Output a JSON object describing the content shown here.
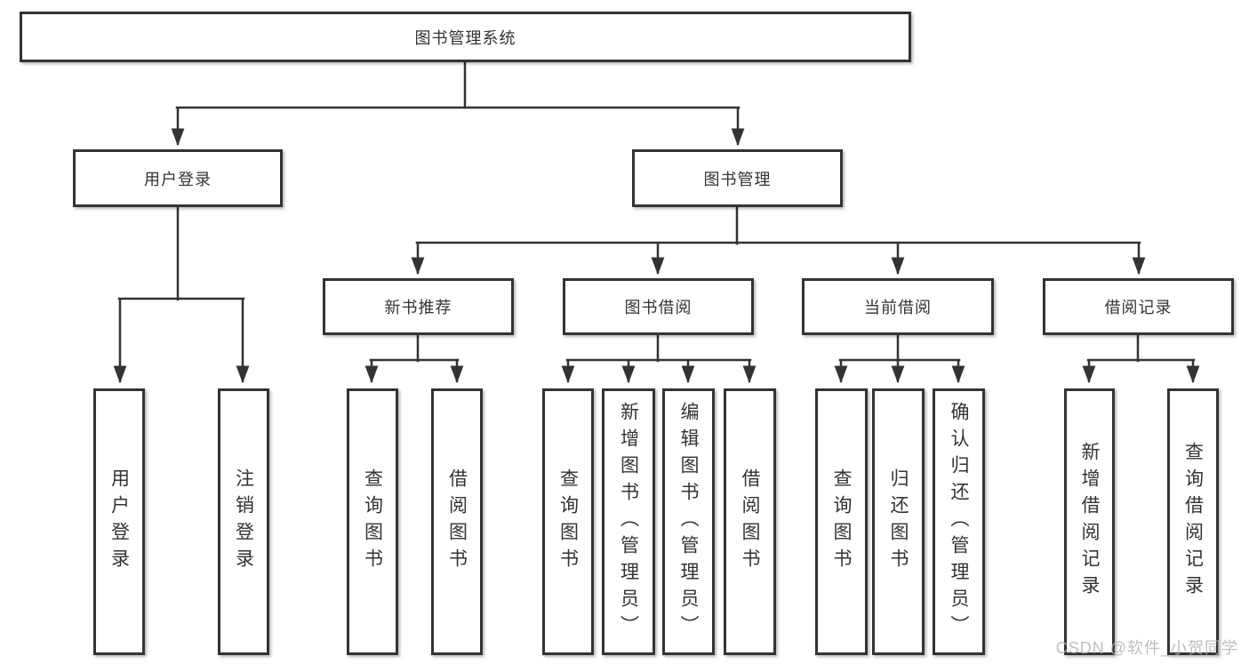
{
  "tree": {
    "root": {
      "label": "图书管理系统",
      "children": [
        {
          "label": "用户登录",
          "children": [
            {
              "label": "用户登录"
            },
            {
              "label": "注销登录"
            }
          ]
        },
        {
          "label": "图书管理",
          "children": [
            {
              "label": "新书推荐",
              "children": [
                {
                  "label": "查询图书"
                },
                {
                  "label": "借阅图书"
                }
              ]
            },
            {
              "label": "图书借阅",
              "children": [
                {
                  "label": "查询图书"
                },
                {
                  "label": "新增图书（管理员）"
                },
                {
                  "label": "编辑图书（管理员）"
                },
                {
                  "label": "借阅图书"
                }
              ]
            },
            {
              "label": "当前借阅",
              "children": [
                {
                  "label": "查询图书"
                },
                {
                  "label": "归还图书"
                },
                {
                  "label": "确认归还（管理员）"
                }
              ]
            },
            {
              "label": "借阅记录",
              "children": [
                {
                  "label": "新增借阅记录"
                },
                {
                  "label": "查询借阅记录"
                }
              ]
            }
          ]
        }
      ]
    }
  },
  "watermark": {
    "text": "CSDN @软件_小贺同学"
  },
  "colors": {
    "line": "#333333",
    "text": "#333333",
    "box_fill": "#ffffff",
    "background": "#ffffff",
    "watermark": "#b3b3b3"
  }
}
